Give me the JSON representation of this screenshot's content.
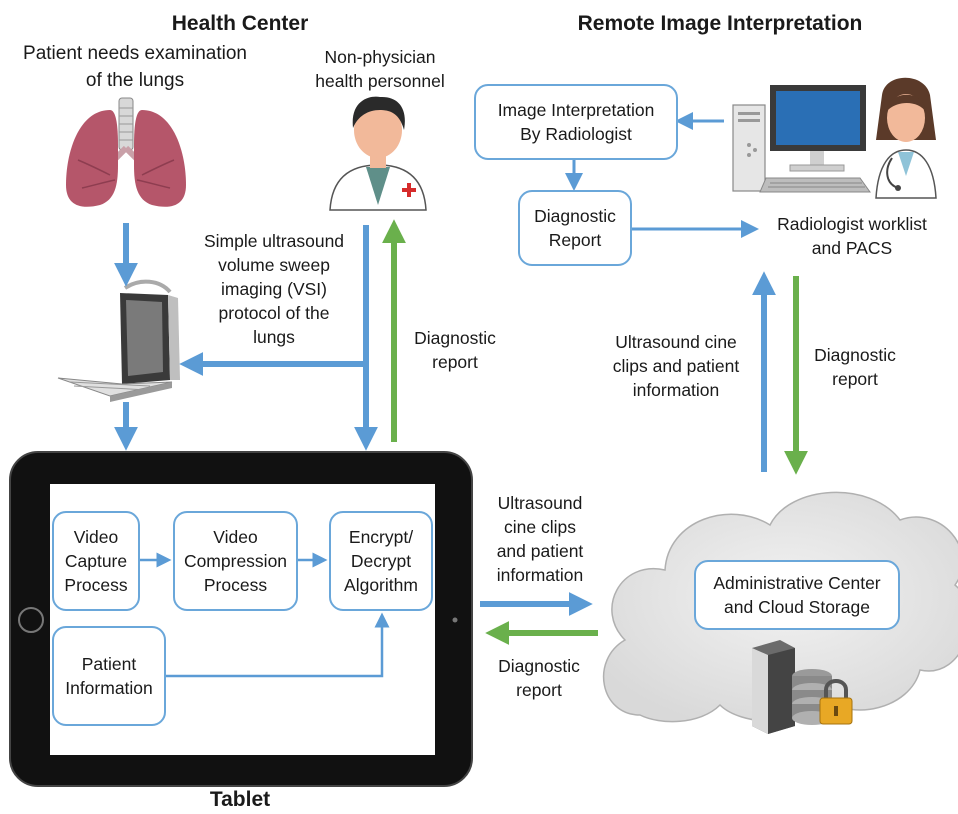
{
  "headings": {
    "health_center": "Health Center",
    "remote": "Remote Image Interpretation",
    "tablet": "Tablet"
  },
  "labels": {
    "patient_needs": "Patient needs examination\nof the lungs",
    "non_physician": "Non-physician\nhealth personnel",
    "vsi": "Simple ultrasound\nvolume sweep\nimaging (VSI)\nprotocol of the\nlungs",
    "diag_report_left": "Diagnostic\nreport",
    "radiologist_worklist": "Radiologist worklist\nand PACS",
    "ultrasound_cine_right": "Ultrasound cine\nclips and patient\ninformation",
    "diag_report_right": "Diagnostic\nreport",
    "ultrasound_cine_mid": "Ultrasound\ncine clips\nand patient\ninformation",
    "diag_report_mid": "Diagnostic\nreport"
  },
  "boxes": {
    "image_interpretation": "Image Interpretation\nBy Radiologist",
    "diagnostic_report": "Diagnostic\nReport",
    "video_capture": "Video\nCapture\nProcess",
    "video_compression": "Video\nCompression\nProcess",
    "encrypt": "Encrypt/\nDecrypt\nAlgorithm",
    "patient_info": "Patient\nInformation",
    "admin_center": "Administrative Center\nand Cloud Storage"
  },
  "colors": {
    "blue_arrow": "#5b9bd5",
    "green_arrow": "#6ab04c",
    "box_border": "#6aa7da"
  }
}
